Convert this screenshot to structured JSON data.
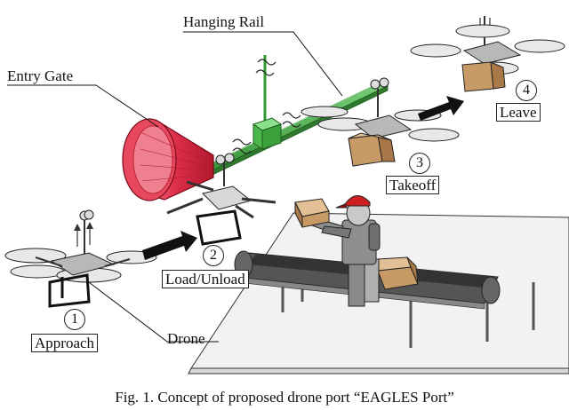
{
  "labels": {
    "hanging_rail": "Hanging Rail",
    "entry_gate": "Entry Gate",
    "drone": "Drone"
  },
  "steps": [
    {
      "number": "1",
      "label": "Approach"
    },
    {
      "number": "2",
      "label": "Load/Unload"
    },
    {
      "number": "3",
      "label": "Takeoff"
    },
    {
      "number": "4",
      "label": "Leave"
    }
  ],
  "caption": "Fig. 1. Concept of proposed drone port “EAGLES Port”",
  "colors": {
    "gate": "#e0304a",
    "rail": "#2f9a2f",
    "hanger": "#5cc85c",
    "cap": "#cc2020",
    "box": "#c89a66",
    "arrow": "#111111"
  }
}
